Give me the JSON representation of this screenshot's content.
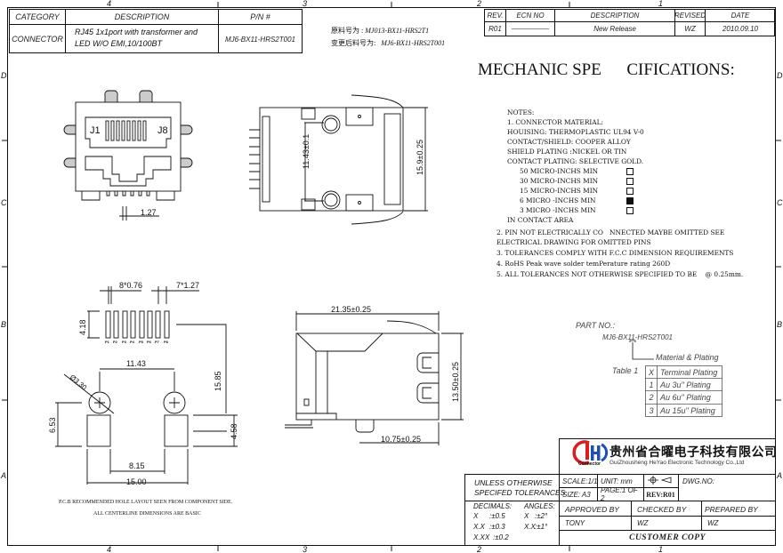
{
  "frame": {
    "columns": [
      "4",
      "3",
      "2",
      "1"
    ],
    "rows": [
      "D",
      "C",
      "B",
      "A"
    ]
  },
  "header_table": {
    "headers": [
      "CATEGORY",
      "DESCRIPTION",
      "P/N #"
    ],
    "category": "CONNECTOR",
    "description_line1": "RJ45 1x1port with transformer and",
    "description_line2": "LED W/O EMI,10/100BT",
    "pn": "MJ6-BX11-HRS2T001"
  },
  "material_numbers": {
    "original_label": "原料号为 :",
    "original_value": "MJ013-BX11-HRS2T1",
    "changed_label": "变更后料号为:",
    "changed_value": "MJ6-BX11-HRS2T001"
  },
  "revision_table": {
    "headers": [
      "REV.",
      "ECN NO",
      "DESCRIPTION",
      "REVISED",
      "DATE"
    ],
    "row": {
      "rev": "R01",
      "ecn": "———————",
      "description": "New Release",
      "revised": "WZ",
      "date": "2010.09.10"
    }
  },
  "title": "MECHANIC SPE      CIFICATIONS:",
  "notes": {
    "heading": "NOTES:",
    "n1": "1. CONNECTOR MATERIAL:",
    "housing": "HOUISING: THERMOPLASTIC UL94 V-0",
    "contact": "CONTACT/SHIELD: COOPER ALLOY",
    "shield": "SHIELD PLATING :NICKEL OR TIN",
    "plating": "CONTACT PLATING: SELECTIVE GOLD.",
    "options": [
      {
        "label": "50 MICRO-INCHS MIN",
        "checked": false
      },
      {
        "label": "30 MICRO-INCHS MIN",
        "checked": false
      },
      {
        "label": "15 MICRO-INCHS MIN",
        "checked": false
      },
      {
        "label": "6 MICRO -INCHS MIN",
        "checked": true
      },
      {
        "label": "3 MICRO -INCHS MIN",
        "checked": false
      }
    ],
    "area": "IN CONTACT AREA",
    "n2a": "2. PIN NOT ELECTRICALLY CO   NNECTED MAYBE OMITTED SEE",
    "n2b": "ELECTRICAL DRAWING FOR OMITTED PINS",
    "n3": "3. TOLERANCES COMPLY WITH F.C.C DIMENSION REQUIREMENTS",
    "n4": "4. RoHS Peak wave solder temPerature rating 260D",
    "n5": "5. ALL TOLERANCES NOT OTHERWISE SPECIFIED TO BE    @ 0.25mm."
  },
  "part_no": {
    "label": "PART NO.:",
    "value": "MJ6-BX11-HRS2T001",
    "callout": "Material & Plating",
    "table_label": "Table 1",
    "table_headers": [
      "X",
      "Terminal Plating"
    ],
    "rows": [
      [
        "1",
        "Au  3u\" Plating"
      ],
      [
        "2",
        "Au  6u\" Plating"
      ],
      [
        "3",
        "Au  15u\" Plating"
      ]
    ]
  },
  "front_view": {
    "j1": "J1",
    "j8": "J8",
    "pitch": "1.27"
  },
  "side_view_top": {
    "dim_inner": "11.43±0.1",
    "dim_outer": "15.9±0.25"
  },
  "pcb_layout": {
    "pin_pitch": "8*0.76",
    "pin_span": "7*1.27",
    "pin_height": "4.18",
    "pins": [
      "P1",
      "P2",
      "P3",
      "P4",
      "P5",
      "P6",
      "P7",
      "P8"
    ],
    "hole_spacing": "11.43",
    "hole_dia": "Ø3.30",
    "pad_offset": "6.53",
    "depth": "15.85",
    "pad_height": "4.58",
    "inner_gap": "8.15",
    "outer_width": "15.00",
    "note1": "P.C.B RECOMMENDED HOLE LAYOUT SEEN FROM COMPONENT SIDE.",
    "note2": "ALL CENTERLINE DIMENSIONS ARE BASIC"
  },
  "side_view_bottom": {
    "length": "21.35±0.25",
    "height": "13.50±0.25",
    "front": "10.75±0.25"
  },
  "title_block": {
    "company_cn": "贵州省合曜电子科技有限公司",
    "company_en": "GuiZhousheng HeYao Electronic Technology Co.,Ltd",
    "logo_text": "Connector",
    "tolerance_heading1": "UNLESS OTHERWISE",
    "tolerance_heading2": "SPECIFED TOLERANCES",
    "decimals_label": "DECIMALS:",
    "angles_label": "ANGLES:",
    "decimals": [
      [
        "X",
        ":±0.5"
      ],
      [
        "X.X",
        ":±0.3"
      ],
      [
        "X.XX",
        ":±0.2"
      ]
    ],
    "angles": [
      [
        "X",
        ":±2°"
      ],
      [
        "X.X",
        ":±1°"
      ]
    ],
    "scale": "SCALE:1/1",
    "unit": "UNIT: mm",
    "dwg_no": "DWG.NO:",
    "size": "SIZE: A3",
    "page": "PAGE:1 OF 2",
    "rev": "REV:R01",
    "approved_label": "APPROVED BY",
    "checked_label": "CHECKED BY",
    "prepared_label": "PREPARED BY",
    "approved": "TONY",
    "checked": "WZ",
    "prepared": "WZ",
    "copy": "CUSTOMER COPY",
    "colors": {
      "logo_red": "#d81e1e",
      "logo_blue": "#1d4fb5"
    }
  }
}
